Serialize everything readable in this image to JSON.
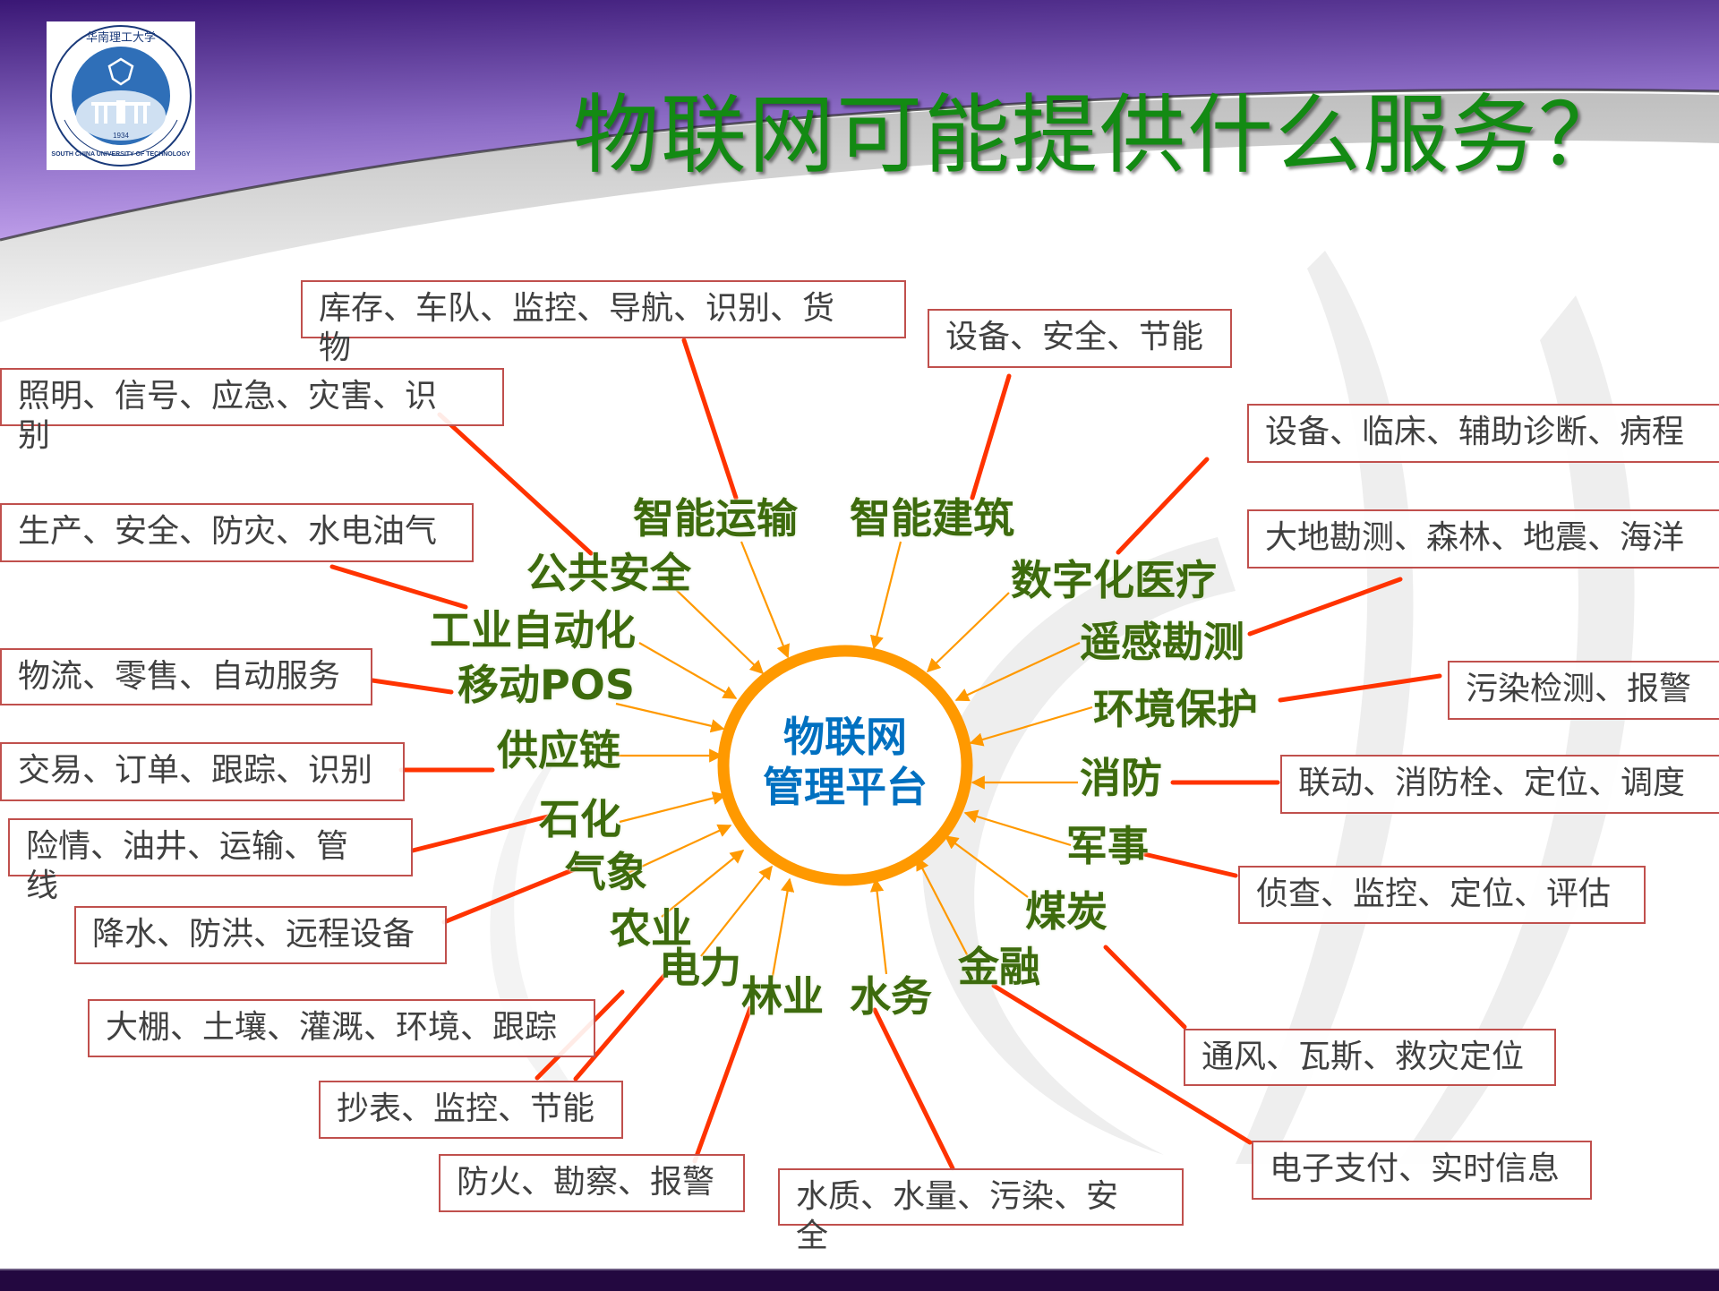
{
  "header": {
    "title": "物联网可能提供什么服务？",
    "logo": {
      "name": "south-china-university-of-technology-logo",
      "text_cn": "华南理工大学",
      "text_en": "SOUTH CHINA UNIVERSITY OF TECHNOLOGY",
      "year": "1934"
    }
  },
  "center": {
    "line1": "物联网",
    "line2": "管理平台"
  },
  "colors": {
    "title_green": "#138a13",
    "category_green": "#3d6b0d",
    "center_blue": "#0070c0",
    "ring_orange": "#ff9900",
    "connector_red": "#ff3300",
    "box_border": "#c0504d",
    "header_purple_top": "#3a1775",
    "header_purple_bottom": "#c0a0ec",
    "footer": "#230840"
  },
  "categories": [
    {
      "id": "transport",
      "label": "智能运输",
      "details": "库存、车队、监控、导航、识别、货物"
    },
    {
      "id": "building",
      "label": "智能建筑",
      "details": "设备、安全、节能"
    },
    {
      "id": "public-safety",
      "label": "公共安全",
      "details": "照明、信号、应急、灾害、识别"
    },
    {
      "id": "medical",
      "label": "数字化医疗",
      "details": "设备、临床、辅助诊断、病程"
    },
    {
      "id": "industrial",
      "label": "工业自动化",
      "details": "生产、安全、防灾、水电油气"
    },
    {
      "id": "remote-sensing",
      "label": "遥感勘测",
      "details": "大地勘测、森林、地震、海洋"
    },
    {
      "id": "mobile-pos",
      "label": "移动POS",
      "details": "物流、零售、自动服务"
    },
    {
      "id": "environment",
      "label": "环境保护",
      "details": "污染检测、报警"
    },
    {
      "id": "supply-chain",
      "label": "供应链",
      "details": "交易、订单、跟踪、识别"
    },
    {
      "id": "fire",
      "label": "消防",
      "details": "联动、消防栓、定位、调度"
    },
    {
      "id": "petrochem",
      "label": "石化",
      "details": "险情、油井、运输、管线"
    },
    {
      "id": "military",
      "label": "军事",
      "details": "侦查、监控、定位、评估"
    },
    {
      "id": "weather",
      "label": "气象",
      "details": "降水、防洪、远程设备"
    },
    {
      "id": "coal",
      "label": "煤炭",
      "details": "通风、瓦斯、救灾定位"
    },
    {
      "id": "agriculture",
      "label": "农业",
      "details": "大棚、土壤、灌溉、环境、跟踪"
    },
    {
      "id": "finance",
      "label": "金融",
      "details": "电子支付、实时信息"
    },
    {
      "id": "power",
      "label": "电力",
      "details": "抄表、监控、节能"
    },
    {
      "id": "forestry",
      "label": "林业",
      "details": "防火、勘察、报警"
    },
    {
      "id": "water",
      "label": "水务",
      "details": "水质、水量、污染、安全"
    }
  ],
  "boxes": {
    "transport": [
      "库存、车队、监控、导航、识别、货",
      "物"
    ],
    "public-safety": [
      "照明、信号、应急、灾害、识",
      "别"
    ],
    "petrochem": [
      "险情、油井、运输、管",
      "线"
    ],
    "water": [
      "水质、水量、污染、安",
      "全"
    ]
  }
}
